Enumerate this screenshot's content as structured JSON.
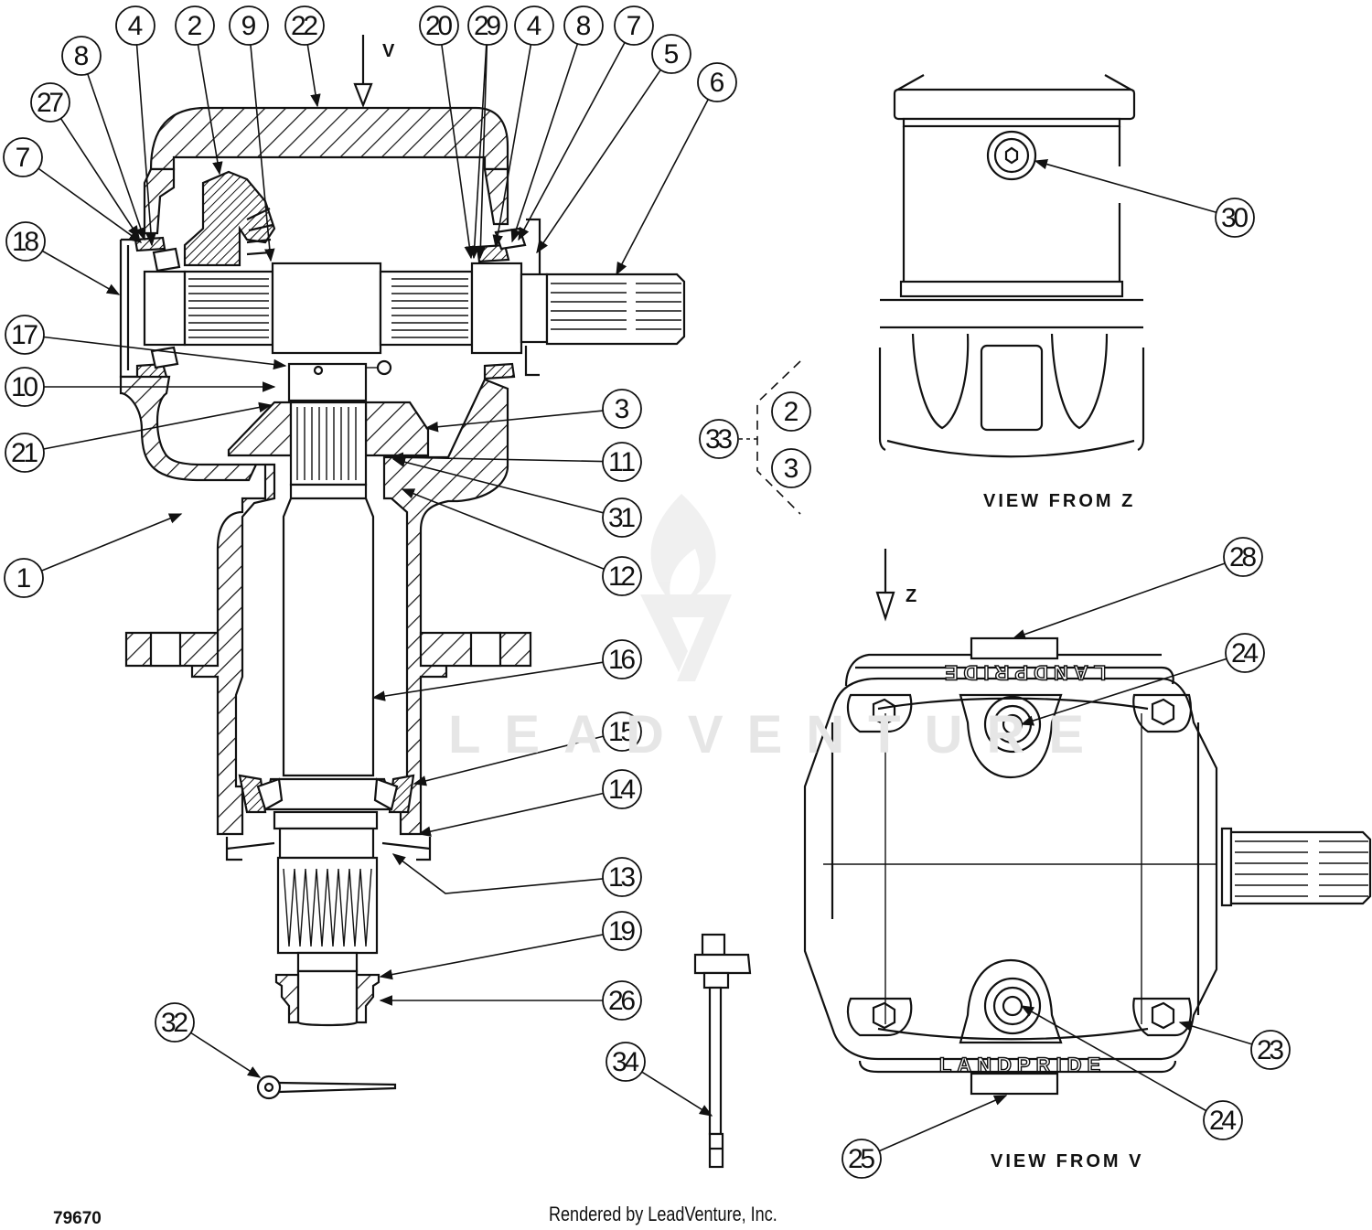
{
  "diagram": {
    "title": "Gearbox Assembly Parts Diagram",
    "drawing_number": "79670",
    "footer_credit": "Rendered by LeadVenture, Inc.",
    "watermark": "LEADVENTURE",
    "views": {
      "view_z_label": "VIEW FROM Z",
      "view_v_label": "VIEW FROM V",
      "section_arrow_v": "V",
      "section_arrow_z": "Z"
    },
    "callouts": [
      {
        "id": "c4a",
        "number": "4"
      },
      {
        "id": "c2",
        "number": "2"
      },
      {
        "id": "c9",
        "number": "9"
      },
      {
        "id": "c22",
        "number": "22"
      },
      {
        "id": "c8a",
        "number": "8"
      },
      {
        "id": "c27",
        "number": "27"
      },
      {
        "id": "c7a",
        "number": "7"
      },
      {
        "id": "c18",
        "number": "18"
      },
      {
        "id": "c20",
        "number": "20"
      },
      {
        "id": "c29",
        "number": "29"
      },
      {
        "id": "c4b",
        "number": "4"
      },
      {
        "id": "c8b",
        "number": "8"
      },
      {
        "id": "c7b",
        "number": "7"
      },
      {
        "id": "c5",
        "number": "5"
      },
      {
        "id": "c6",
        "number": "6"
      },
      {
        "id": "c17",
        "number": "17"
      },
      {
        "id": "c10",
        "number": "10"
      },
      {
        "id": "c21",
        "number": "21"
      },
      {
        "id": "c1",
        "number": "1"
      },
      {
        "id": "c3",
        "number": "3"
      },
      {
        "id": "c11",
        "number": "11"
      },
      {
        "id": "c31",
        "number": "31"
      },
      {
        "id": "c12",
        "number": "12"
      },
      {
        "id": "c16",
        "number": "16"
      },
      {
        "id": "c15",
        "number": "15"
      },
      {
        "id": "c14",
        "number": "14"
      },
      {
        "id": "c13",
        "number": "13"
      },
      {
        "id": "c19",
        "number": "19"
      },
      {
        "id": "c26",
        "number": "26"
      },
      {
        "id": "c32",
        "number": "32"
      },
      {
        "id": "c34",
        "number": "34"
      },
      {
        "id": "c30",
        "number": "30"
      },
      {
        "id": "c33",
        "number": "33"
      },
      {
        "id": "c33_2",
        "number": "2"
      },
      {
        "id": "c33_3",
        "number": "3"
      },
      {
        "id": "c28",
        "number": "28"
      },
      {
        "id": "c24a",
        "number": "24"
      },
      {
        "id": "c23",
        "number": "23"
      },
      {
        "id": "c24b",
        "number": "24"
      },
      {
        "id": "c25",
        "number": "25"
      }
    ],
    "embossed_text": {
      "top": "LANDPRIDE",
      "bottom": "LANDPRIDE"
    }
  }
}
